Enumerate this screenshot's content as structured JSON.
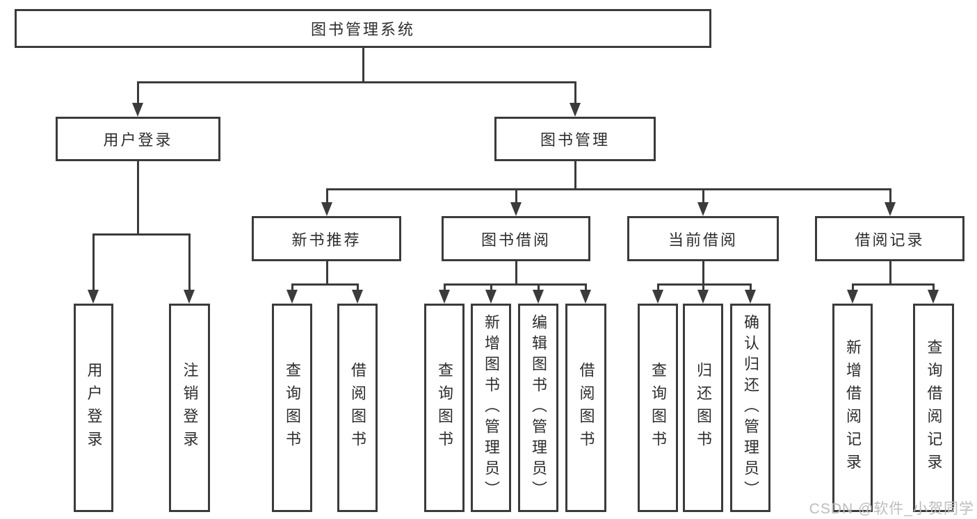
{
  "diagram": {
    "title": "图书管理系统",
    "type": "hierarchy-tree",
    "colors": {
      "line": "#3b3b3b",
      "box_border": "#3b3b3b",
      "text": "#2d2d2d",
      "background": "#ffffff",
      "watermark": "#bcbcbc"
    },
    "watermark": "CSDN @软件_小贺同学",
    "nodes": [
      {
        "id": "root",
        "label": "图书管理系统"
      },
      {
        "id": "user-login",
        "label": "用户登录"
      },
      {
        "id": "book-mgmt",
        "label": "图书管理"
      },
      {
        "id": "new-book-rec",
        "label": "新书推荐"
      },
      {
        "id": "book-borrow",
        "label": "图书借阅"
      },
      {
        "id": "current-borrow",
        "label": "当前借阅"
      },
      {
        "id": "borrow-record",
        "label": "借阅记录"
      },
      {
        "id": "leaf-user-login",
        "label": "用户登录"
      },
      {
        "id": "leaf-logout",
        "label": "注销登录"
      },
      {
        "id": "leaf-query-book-1",
        "label": "查询图书"
      },
      {
        "id": "leaf-borrow-book-1",
        "label": "借阅图书"
      },
      {
        "id": "leaf-query-book-2",
        "label": "查询图书"
      },
      {
        "id": "leaf-add-book",
        "label": "新增图书（管理员）"
      },
      {
        "id": "leaf-edit-book",
        "label": "编辑图书（管理员）"
      },
      {
        "id": "leaf-borrow-book-2",
        "label": "借阅图书"
      },
      {
        "id": "leaf-query-book-3",
        "label": "查询图书"
      },
      {
        "id": "leaf-return-book",
        "label": "归还图书"
      },
      {
        "id": "leaf-confirm-return",
        "label": "确认归还（管理员）"
      },
      {
        "id": "leaf-add-record",
        "label": "新增借阅记录"
      },
      {
        "id": "leaf-query-record",
        "label": "查询借阅记录"
      }
    ],
    "edges": [
      [
        "root",
        "user-login"
      ],
      [
        "root",
        "book-mgmt"
      ],
      [
        "user-login",
        "leaf-user-login"
      ],
      [
        "user-login",
        "leaf-logout"
      ],
      [
        "book-mgmt",
        "new-book-rec"
      ],
      [
        "book-mgmt",
        "book-borrow"
      ],
      [
        "book-mgmt",
        "current-borrow"
      ],
      [
        "book-mgmt",
        "borrow-record"
      ],
      [
        "new-book-rec",
        "leaf-query-book-1"
      ],
      [
        "new-book-rec",
        "leaf-borrow-book-1"
      ],
      [
        "book-borrow",
        "leaf-query-book-2"
      ],
      [
        "book-borrow",
        "leaf-add-book"
      ],
      [
        "book-borrow",
        "leaf-edit-book"
      ],
      [
        "book-borrow",
        "leaf-borrow-book-2"
      ],
      [
        "current-borrow",
        "leaf-query-book-3"
      ],
      [
        "current-borrow",
        "leaf-return-book"
      ],
      [
        "current-borrow",
        "leaf-confirm-return"
      ],
      [
        "borrow-record",
        "leaf-add-record"
      ],
      [
        "borrow-record",
        "leaf-query-record"
      ]
    ]
  }
}
